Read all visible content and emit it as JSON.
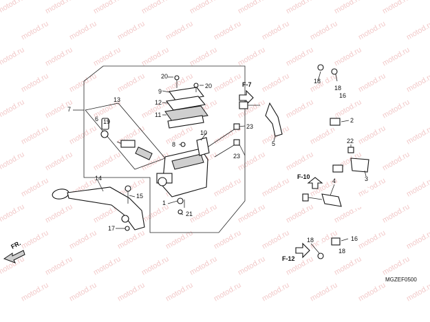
{
  "watermark": "motod.ru",
  "diagram_code": "MGZEF0500",
  "direction_marker": "FR.",
  "refs": {
    "f7": "F-7",
    "f10": "F-10",
    "f12": "F-12"
  },
  "labels": {
    "l20a": "20",
    "l20b": "20",
    "l9": "9",
    "l12": "12",
    "l11": "11",
    "l13": "13",
    "l7": "7",
    "l6": "6",
    "l19": "19",
    "l10": "10",
    "l8": "8",
    "l23a": "23",
    "l23b": "23",
    "l5": "5",
    "l14": "14",
    "l15": "15",
    "l1": "1",
    "l21": "21",
    "l17": "17",
    "l18a": "18",
    "l18b": "18",
    "l16a": "16",
    "l2": "2",
    "l22": "22",
    "l3": "3",
    "l4": "4",
    "l16b": "16",
    "l18c": "18",
    "l18d": "18"
  }
}
